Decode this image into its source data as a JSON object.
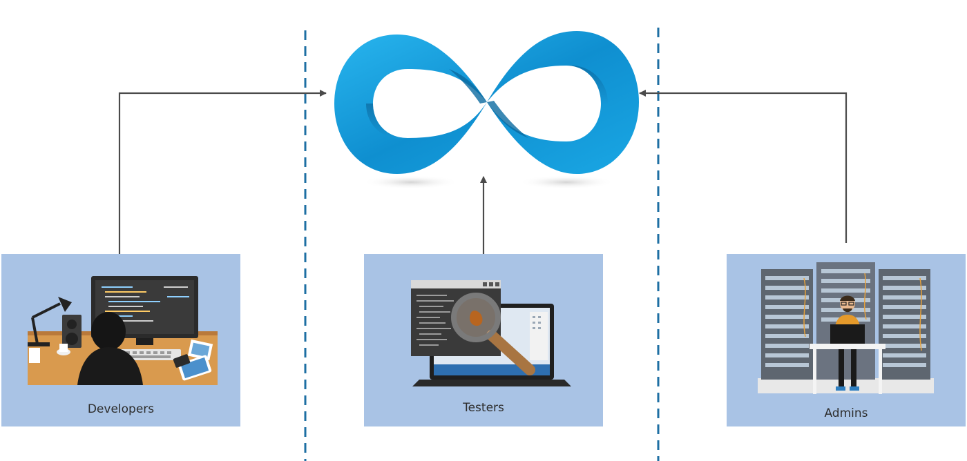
{
  "roles": {
    "developers": "Developers",
    "testers": "Testers",
    "admins": "Admins"
  },
  "colors": {
    "panel": "#a9c3e5",
    "divider": "#1e6fa3",
    "arrow": "#4a4a4a",
    "infinity_light": "#1aa7e4",
    "infinity_dark": "#0d6fa8"
  },
  "icons": {
    "center": "infinity-icon",
    "developers": "developer-desk-icon",
    "testers": "magnifier-laptop-icon",
    "admins": "server-room-icon"
  }
}
